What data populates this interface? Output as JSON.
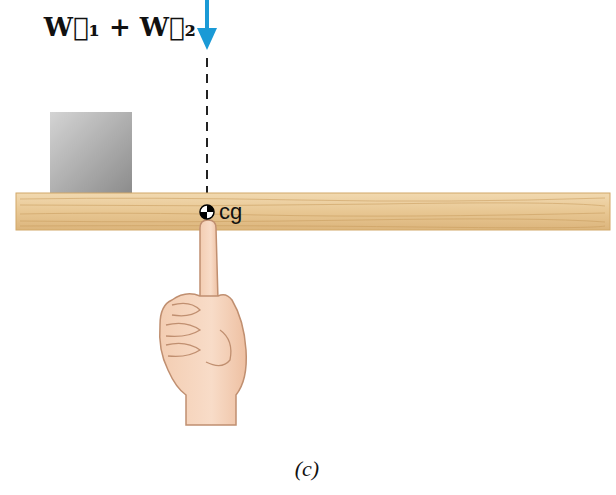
{
  "diagram": {
    "caption": "(c)",
    "labels": [
      "W⃗₁ + W⃗₂",
      "cg"
    ]
  }
}
